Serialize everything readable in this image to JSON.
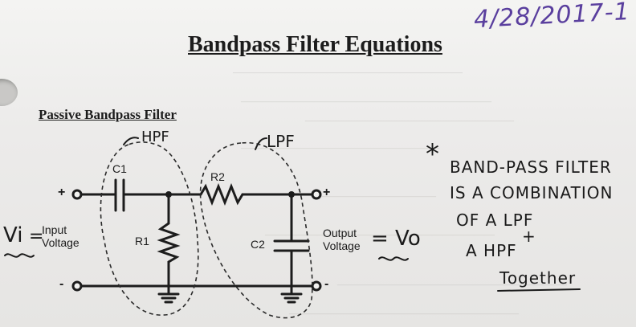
{
  "date_note": "4/28/2017-1",
  "title": "Bandpass Filter Equations",
  "section_heading": "Passive Bandpass Filter",
  "circuit": {
    "plus_in": "+",
    "minus_in": "-",
    "plus_out": "+",
    "minus_out": "-",
    "c1": "C1",
    "r1": "R1",
    "r2": "R2",
    "c2": "C2",
    "input_label": [
      "Input",
      "Voltage"
    ],
    "output_label": [
      "Output",
      "Voltage"
    ]
  },
  "handwriting": {
    "hpf_tag": "HPF",
    "lpf_tag": "LPF",
    "vi": "Vi",
    "vo": "= Vo",
    "eq_sign": "=",
    "note_star": "*",
    "note_lines": [
      "BAND-PASS FILTER",
      "IS A COMBINATION",
      "OF A LPF",
      "+",
      "A HPF",
      "Together"
    ]
  },
  "colors": {
    "ink": "#1a1a1a",
    "purple_ink": "#5a3f9e",
    "paper": "#efeeec"
  }
}
